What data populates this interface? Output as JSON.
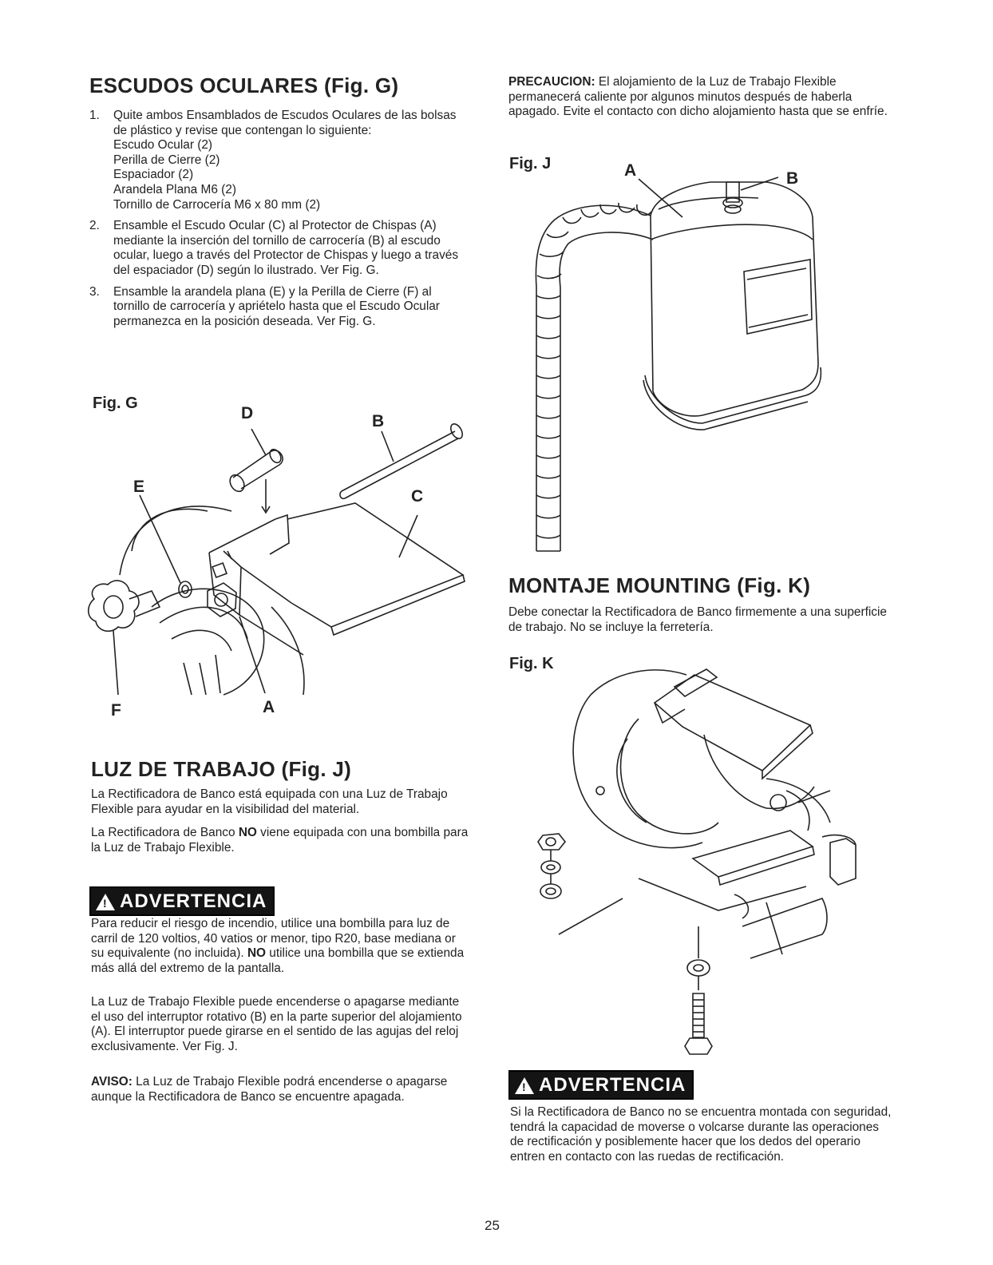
{
  "left": {
    "escudos": {
      "title": "ESCUDOS OCULARES (Fig. G)",
      "step1_num": "1.",
      "step1_text": "Quite ambos Ensamblados de Escudos Oculares de las bolsas de plástico y revise que contengan lo siguiente:",
      "step1_items": [
        "Escudo Ocular (2)",
        "Perilla de Cierre (2)",
        "Espaciador (2)",
        "Arandela Plana M6 (2)",
        "Tornillo de Carrocería M6 x 80 mm (2)"
      ],
      "step2_num": "2.",
      "step2_text": "Ensamble el Escudo Ocular (C) al Protector de Chispas (A) mediante la inserción del tornillo de carrocería (B) al escudo ocular, luego a través del Protector de Chispas y luego a través del espaciador (D) según lo ilustrado. Ver Fig. G.",
      "step3_num": "3.",
      "step3_text": "Ensamble la arandela plana (E) y la Perilla de Cierre (F) al tornillo de carrocería y apriételo hasta que el Escudo Ocular permanezca en la posición deseada. Ver Fig. G."
    },
    "fig_g": {
      "label": "Fig. G",
      "callouts": {
        "D": "D",
        "B": "B",
        "E": "E",
        "C": "C",
        "F": "F",
        "A": "A"
      }
    },
    "luz": {
      "title": "LUZ DE TRABAJO (Fig. J)",
      "p1": "La Rectificadora de Banco está equipada con una Luz de Trabajo Flexible para ayudar en la visibilidad del material.",
      "p2_pre": "La Rectificadora de Banco ",
      "p2_bold": "NO",
      "p2_post": " viene equipada con una bombilla para la Luz de Trabajo Flexible.",
      "warning_label": "ADVERTENCIA",
      "warn_pre": "Para reducir el riesgo de incendio, utilice una bombilla para luz de carril de 120 voltios, 40 vatios or menor, tipo R20, base mediana or su equivalente (no incluida). ",
      "warn_bold": "NO",
      "warn_post": " utilice una bombilla que se extienda más allá del extremo de la pantalla.",
      "p3": "La Luz de Trabajo Flexible puede encenderse o apagarse mediante el uso del interruptor rotativo (B) en la parte superior del alojamiento (A). El interruptor puede girarse en el sentido de las agujas del reloj exclusivamente. Ver Fig. J.",
      "aviso_label": "AVISO:",
      "aviso_text": " La Luz de Trabajo Flexible podrá encenderse o apagarse aunque la Rectificadora de Banco se encuentre apagada."
    }
  },
  "right": {
    "precaucion_label": "PRECAUCION:",
    "precaucion_text": " El alojamiento de la Luz de Trabajo Flexible permanecerá caliente por algunos minutos después de haberla apagado. Evite el contacto con dicho alojamiento hasta que se enfríe.",
    "fig_j": {
      "label": "Fig. J",
      "callouts": {
        "A": "A",
        "B": "B"
      }
    },
    "montaje": {
      "title": "MONTAJE MOUNTING (Fig. K)",
      "text": "Debe conectar la Rectificadora de Banco firmemente a una superficie de trabajo. No se incluye la ferretería."
    },
    "fig_k": {
      "label": "Fig. K"
    },
    "warning_label": "ADVERTENCIA",
    "warning_text": "Si la Rectificadora de Banco no se encuentra montada con seguridad, tendrá la capacidad de moverse o volcarse durante las operaciones de rectificación y posiblemente hacer que los dedos del operario entren en contacto con las ruedas de rectificación."
  },
  "page_number": "25",
  "icons": [
    "warning-triangle-icon"
  ]
}
